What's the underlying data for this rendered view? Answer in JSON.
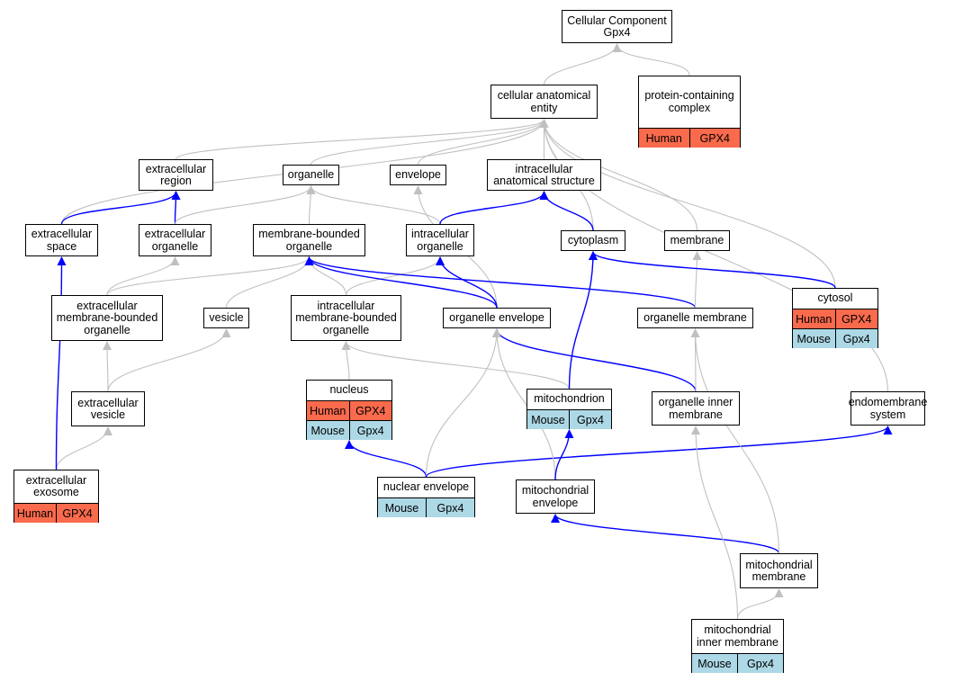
{
  "colors": {
    "gray_edge": "#c0c0c0",
    "blue_edge": "#0000ff",
    "human": "#fa6a4c",
    "mouse": "#add8e6"
  },
  "nodes": {
    "root": {
      "lines": [
        "Cellular Component",
        "Gpx4"
      ]
    },
    "protein_complex": {
      "lines": [
        "protein-containing",
        "complex"
      ],
      "rows": [
        [
          "Human",
          "GPX4"
        ]
      ]
    },
    "anatomical_entity": {
      "lines": [
        "cellular anatomical",
        "entity"
      ]
    },
    "extracellular_region": {
      "lines": [
        "extracellular",
        "region"
      ]
    },
    "organelle": {
      "lines": [
        "organelle"
      ]
    },
    "envelope": {
      "lines": [
        "envelope"
      ]
    },
    "intracellular_structure": {
      "lines": [
        "intracellular",
        "anatomical structure"
      ]
    },
    "extracellular_space": {
      "lines": [
        "extracellular",
        "space"
      ]
    },
    "extracellular_organelle": {
      "lines": [
        "extracellular",
        "organelle"
      ]
    },
    "membrane_bounded_organelle": {
      "lines": [
        "membrane-bounded",
        "organelle"
      ]
    },
    "intracellular_organelle": {
      "lines": [
        "intracellular",
        "organelle"
      ]
    },
    "cytoplasm": {
      "lines": [
        "cytoplasm"
      ]
    },
    "membrane": {
      "lines": [
        "membrane"
      ]
    },
    "cytosol": {
      "lines": [
        "cytosol"
      ],
      "rows": [
        [
          "Human",
          "GPX4"
        ],
        [
          "Mouse",
          "Gpx4"
        ]
      ]
    },
    "ec_membrane_bounded_organelle": {
      "lines": [
        "extracellular",
        "membrane-bounded",
        "organelle"
      ]
    },
    "vesicle": {
      "lines": [
        "vesicle"
      ]
    },
    "ic_membrane_bounded_organelle": {
      "lines": [
        "intracellular",
        "membrane-bounded",
        "organelle"
      ]
    },
    "organelle_envelope": {
      "lines": [
        "organelle envelope"
      ]
    },
    "organelle_membrane": {
      "lines": [
        "organelle membrane"
      ]
    },
    "extracellular_vesicle": {
      "lines": [
        "extracellular",
        "vesicle"
      ]
    },
    "nucleus": {
      "lines": [
        "nucleus"
      ],
      "rows": [
        [
          "Human",
          "GPX4"
        ],
        [
          "Mouse",
          "Gpx4"
        ]
      ]
    },
    "mitochondrion": {
      "lines": [
        "mitochondrion"
      ],
      "rows": [
        [
          "Mouse",
          "Gpx4"
        ]
      ]
    },
    "organelle_inner_membrane": {
      "lines": [
        "organelle inner",
        "membrane"
      ]
    },
    "endomembrane_system": {
      "lines": [
        "endomembrane",
        "system"
      ]
    },
    "extracellular_exosome": {
      "lines": [
        "extracellular",
        "exosome"
      ],
      "rows": [
        [
          "Human",
          "GPX4"
        ]
      ]
    },
    "nuclear_envelope": {
      "lines": [
        "nuclear envelope"
      ],
      "rows": [
        [
          "Mouse",
          "Gpx4"
        ]
      ]
    },
    "mitochondrial_envelope": {
      "lines": [
        "mitochondrial",
        "envelope"
      ]
    },
    "mitochondrial_membrane": {
      "lines": [
        "mitochondrial",
        "membrane"
      ]
    },
    "mitochondrial_inner_membrane": {
      "lines": [
        "mitochondrial",
        "inner membrane"
      ],
      "rows": [
        [
          "Mouse",
          "Gpx4"
        ]
      ]
    }
  },
  "edges": [
    {
      "from": "protein_complex",
      "to": "root",
      "type": "gray"
    },
    {
      "from": "anatomical_entity",
      "to": "root",
      "type": "gray"
    },
    {
      "from": "extracellular_region",
      "to": "anatomical_entity",
      "type": "gray"
    },
    {
      "from": "organelle",
      "to": "anatomical_entity",
      "type": "gray"
    },
    {
      "from": "envelope",
      "to": "anatomical_entity",
      "type": "gray"
    },
    {
      "from": "intracellular_structure",
      "to": "anatomical_entity",
      "type": "gray"
    },
    {
      "from": "extracellular_space",
      "to": "anatomical_entity",
      "type": "gray"
    },
    {
      "from": "cytoplasm",
      "to": "anatomical_entity",
      "type": "gray"
    },
    {
      "from": "membrane",
      "to": "anatomical_entity",
      "type": "gray"
    },
    {
      "from": "cytosol",
      "to": "anatomical_entity",
      "type": "gray"
    },
    {
      "from": "endomembrane_system",
      "to": "anatomical_entity",
      "type": "gray"
    },
    {
      "from": "extracellular_space",
      "to": "extracellular_region",
      "type": "blue"
    },
    {
      "from": "extracellular_organelle",
      "to": "extracellular_region",
      "type": "blue"
    },
    {
      "from": "extracellular_organelle",
      "to": "organelle",
      "type": "gray"
    },
    {
      "from": "membrane_bounded_organelle",
      "to": "organelle",
      "type": "gray"
    },
    {
      "from": "intracellular_organelle",
      "to": "organelle",
      "type": "gray"
    },
    {
      "from": "intracellular_organelle",
      "to": "intracellular_structure",
      "type": "blue"
    },
    {
      "from": "cytoplasm",
      "to": "intracellular_structure",
      "type": "blue"
    },
    {
      "from": "ec_membrane_bounded_organelle",
      "to": "extracellular_organelle",
      "type": "gray"
    },
    {
      "from": "ec_membrane_bounded_organelle",
      "to": "membrane_bounded_organelle",
      "type": "gray"
    },
    {
      "from": "vesicle",
      "to": "membrane_bounded_organelle",
      "type": "gray"
    },
    {
      "from": "ic_membrane_bounded_organelle",
      "to": "membrane_bounded_organelle",
      "type": "gray"
    },
    {
      "from": "ic_membrane_bounded_organelle",
      "to": "intracellular_organelle",
      "type": "gray"
    },
    {
      "from": "organelle_envelope",
      "to": "envelope",
      "type": "gray"
    },
    {
      "from": "organelle_envelope",
      "to": "membrane_bounded_organelle",
      "type": "blue"
    },
    {
      "from": "organelle_envelope",
      "to": "intracellular_organelle",
      "type": "blue"
    },
    {
      "from": "organelle_membrane",
      "to": "membrane_bounded_organelle",
      "type": "blue"
    },
    {
      "from": "organelle_membrane",
      "to": "membrane",
      "type": "gray"
    },
    {
      "from": "cytosol",
      "to": "cytoplasm",
      "type": "blue"
    },
    {
      "from": "extracellular_vesicle",
      "to": "ec_membrane_bounded_organelle",
      "type": "gray"
    },
    {
      "from": "extracellular_vesicle",
      "to": "vesicle",
      "type": "gray"
    },
    {
      "from": "extracellular_exosome",
      "to": "extracellular_vesicle",
      "type": "gray"
    },
    {
      "from": "extracellular_exosome",
      "to": "extracellular_space",
      "type": "blue"
    },
    {
      "from": "nucleus",
      "to": "ic_membrane_bounded_organelle",
      "type": "gray"
    },
    {
      "from": "mitochondrion",
      "to": "ic_membrane_bounded_organelle",
      "type": "gray"
    },
    {
      "from": "mitochondrion",
      "to": "cytoplasm",
      "type": "blue"
    },
    {
      "from": "organelle_inner_membrane",
      "to": "organelle_envelope",
      "type": "blue"
    },
    {
      "from": "organelle_inner_membrane",
      "to": "organelle_membrane",
      "type": "gray"
    },
    {
      "from": "nuclear_envelope",
      "to": "nucleus",
      "type": "blue"
    },
    {
      "from": "nuclear_envelope",
      "to": "organelle_envelope",
      "type": "gray"
    },
    {
      "from": "nuclear_envelope",
      "to": "endomembrane_system",
      "type": "blue"
    },
    {
      "from": "mitochondrial_envelope",
      "to": "organelle_envelope",
      "type": "gray"
    },
    {
      "from": "mitochondrial_envelope",
      "to": "mitochondrion",
      "type": "blue"
    },
    {
      "from": "mitochondrial_membrane",
      "to": "mitochondrial_envelope",
      "type": "blue"
    },
    {
      "from": "mitochondrial_membrane",
      "to": "organelle_membrane",
      "type": "gray"
    },
    {
      "from": "mitochondrial_inner_membrane",
      "to": "mitochondrial_membrane",
      "type": "gray"
    },
    {
      "from": "mitochondrial_inner_membrane",
      "to": "organelle_inner_membrane",
      "type": "gray"
    }
  ]
}
